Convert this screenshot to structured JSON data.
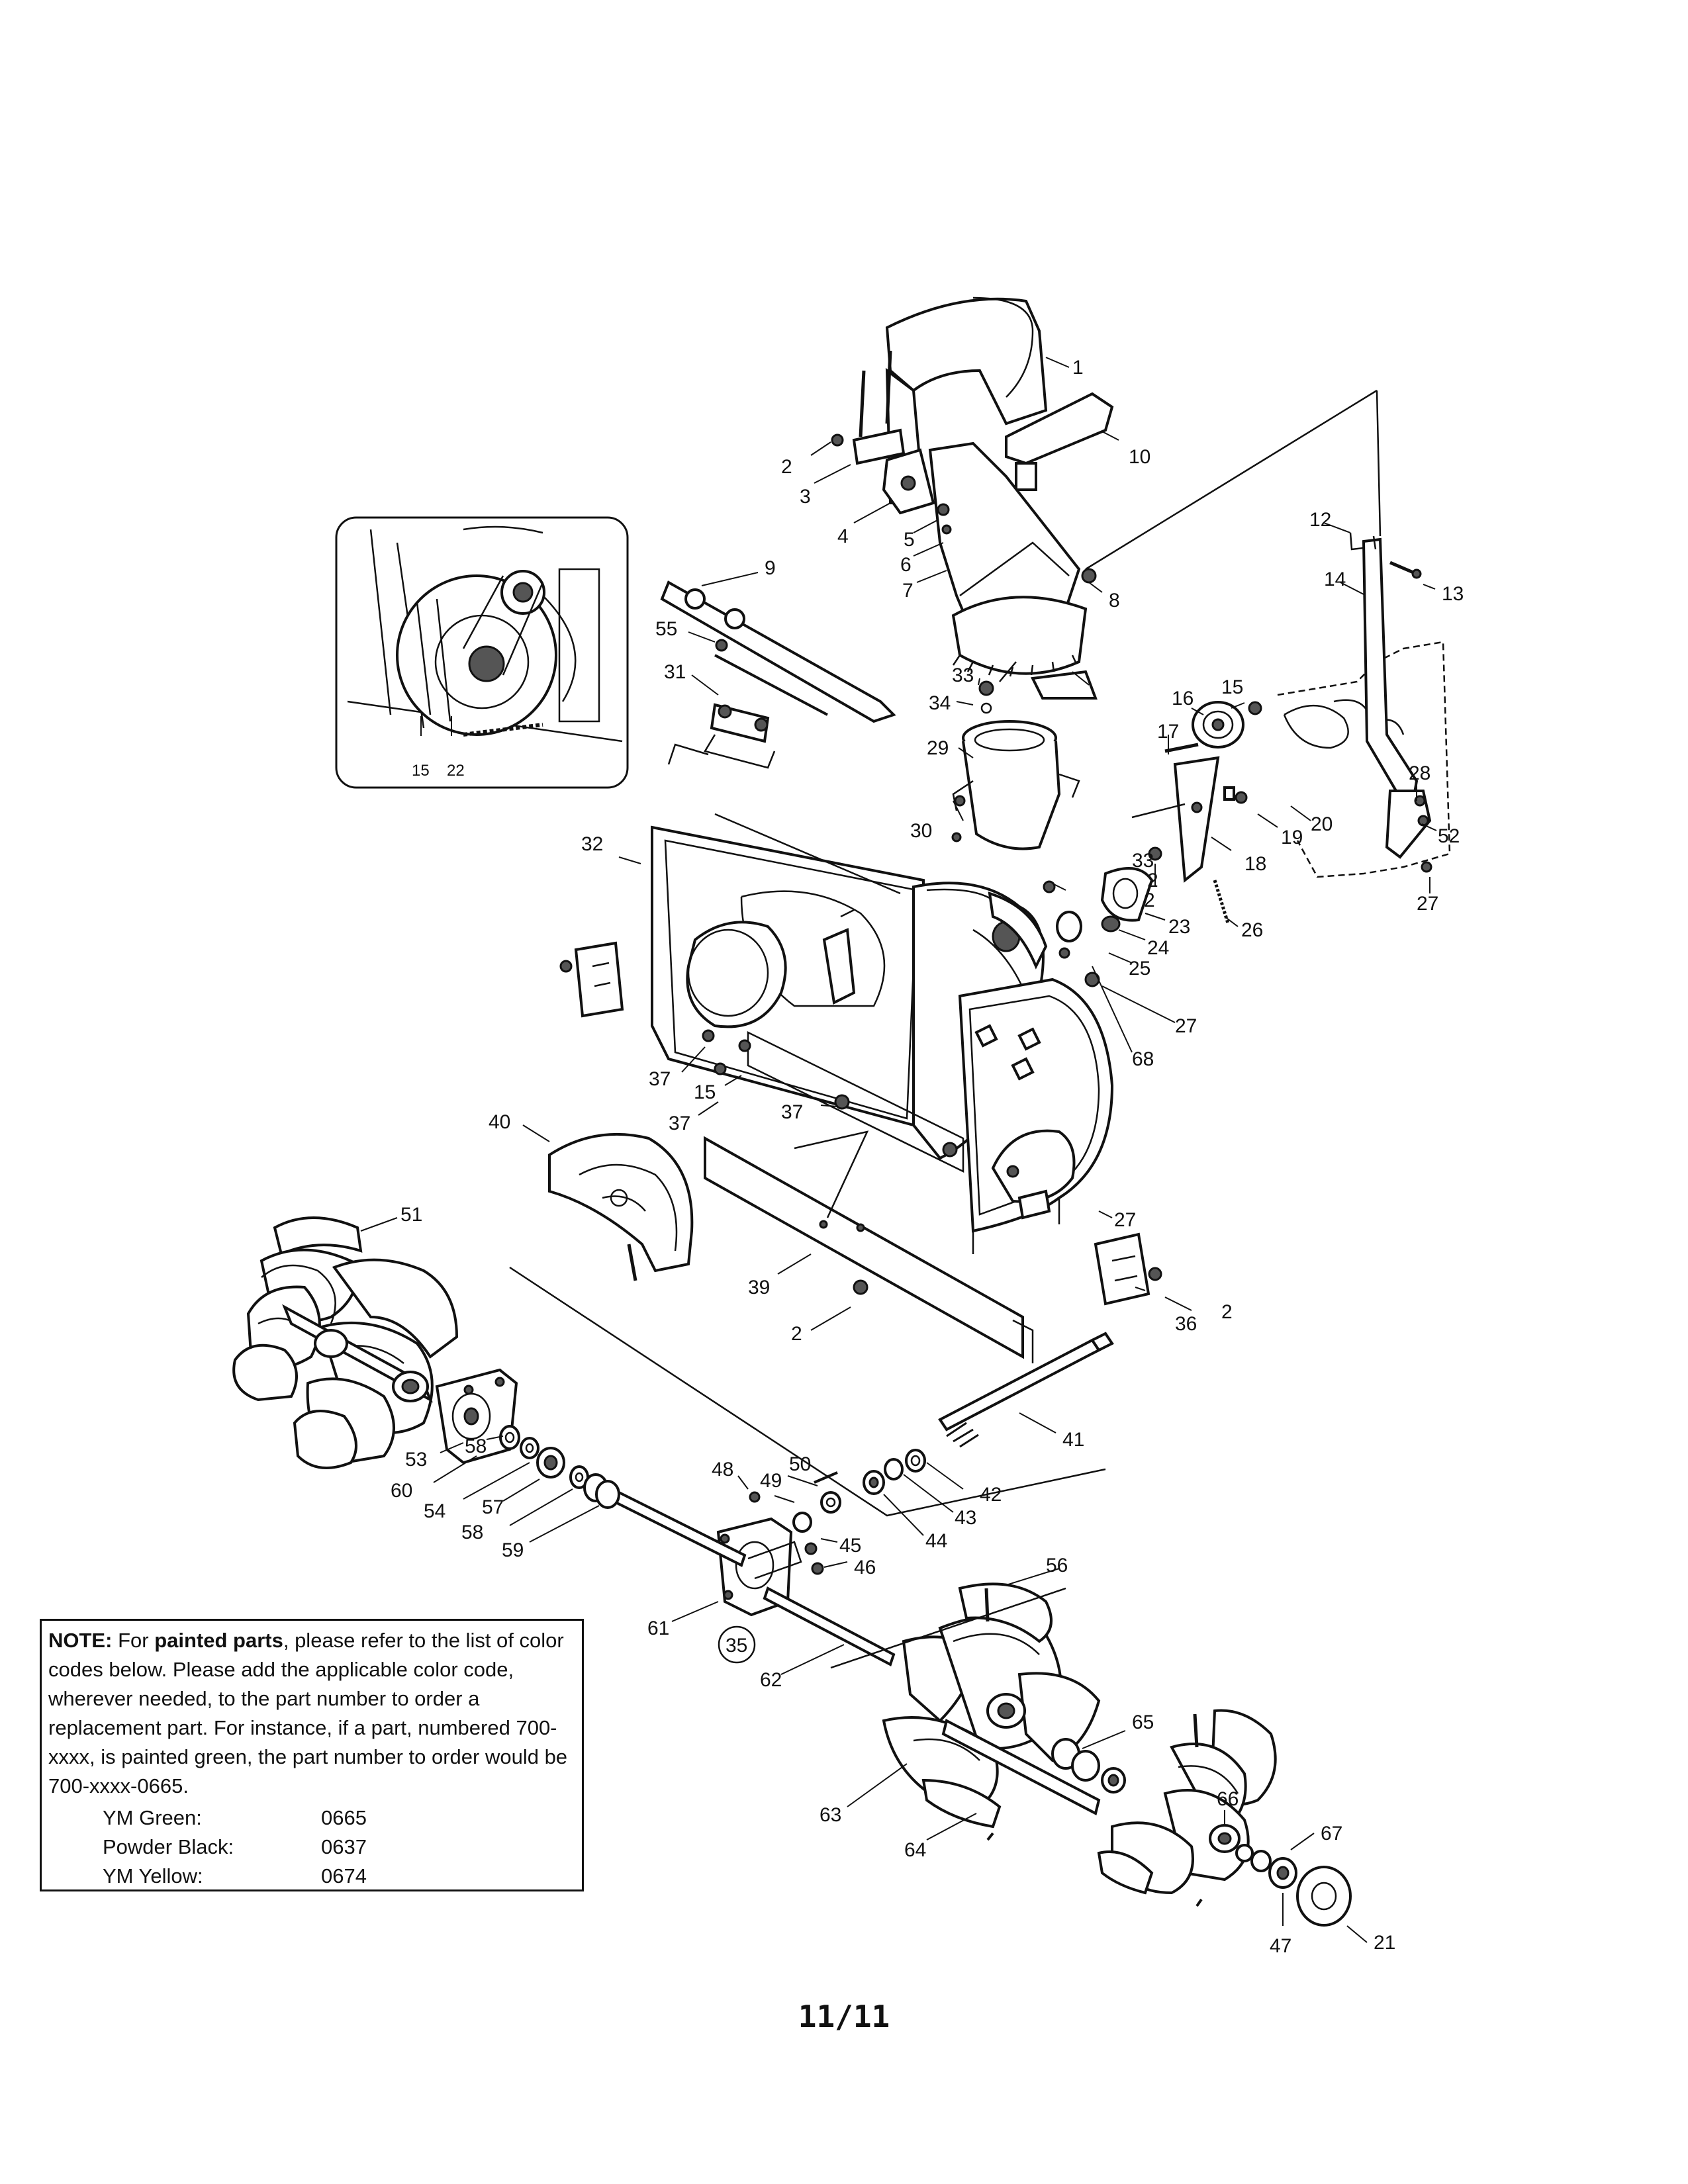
{
  "page_number": "11/11",
  "note": {
    "lead": "NOTE:",
    "t1": "For",
    "emphasis": "painted parts",
    "t2": ", please refer to the list of color codes below. Please add the applicable color code, wherever needed, to the part number to order a replacement part. For instance, if a part, numbered 700-xxxx, is painted green, the part number to order would be 700-xxxx-0665.",
    "codes": [
      {
        "name": "YM Green:",
        "code": "0665"
      },
      {
        "name": "Powder Black:",
        "code": "0637"
      },
      {
        "name": "YM Yellow:",
        "code": "0674"
      }
    ]
  },
  "inset": {
    "labels": [
      "15",
      "22"
    ]
  },
  "callouts": [
    "1",
    "2",
    "3",
    "4",
    "5",
    "6",
    "7",
    "8",
    "9",
    "10",
    "12",
    "13",
    "14",
    "55",
    "31",
    "33",
    "34",
    "29",
    "15",
    "16",
    "17",
    "28",
    "2",
    "20",
    "19",
    "30",
    "18",
    "52",
    "32",
    "33",
    "2",
    "23",
    "24",
    "27",
    "26",
    "25",
    "27",
    "68",
    "37",
    "15",
    "37",
    "37",
    "40",
    "27",
    "51",
    "39",
    "36",
    "2",
    "2",
    "41",
    "53",
    "58",
    "60",
    "54",
    "57",
    "58",
    "59",
    "48",
    "50",
    "49",
    "42",
    "43",
    "44",
    "45",
    "46",
    "56",
    "61",
    "35",
    "62",
    "65",
    "63",
    "64",
    "66",
    "67",
    "47",
    "21"
  ]
}
